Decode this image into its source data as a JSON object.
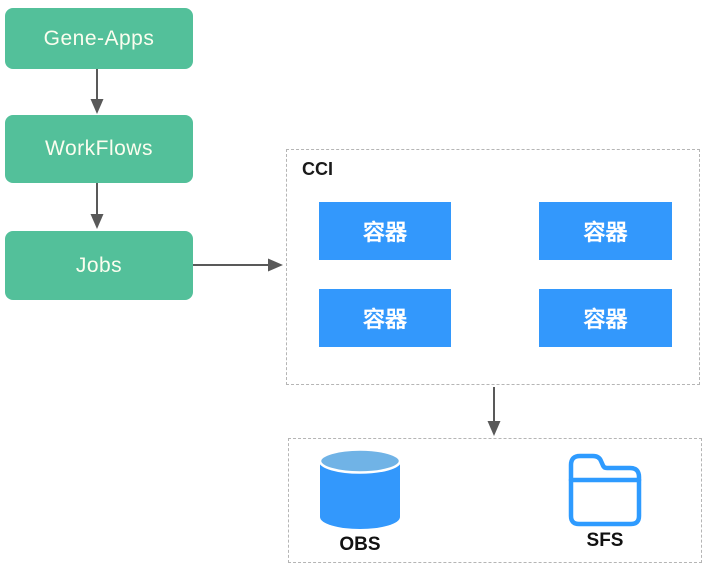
{
  "nodes": {
    "gene_apps": "Gene-Apps",
    "workflows": "WorkFlows",
    "jobs": "Jobs"
  },
  "cci": {
    "title": "CCI",
    "containers": [
      "容器",
      "容器",
      "容器",
      "容器"
    ]
  },
  "storage": {
    "obs": "OBS",
    "sfs": "SFS"
  },
  "icons": {
    "obs": "cylinder-database-icon",
    "sfs": "folder-icon"
  },
  "colors": {
    "green": "#53C09A",
    "blue": "#3398FC",
    "cylinder_top": "#70B3E6",
    "folder_blue": "#2E9BFF",
    "arrow": "#595959",
    "dashed_border": "#B5B5B5"
  }
}
